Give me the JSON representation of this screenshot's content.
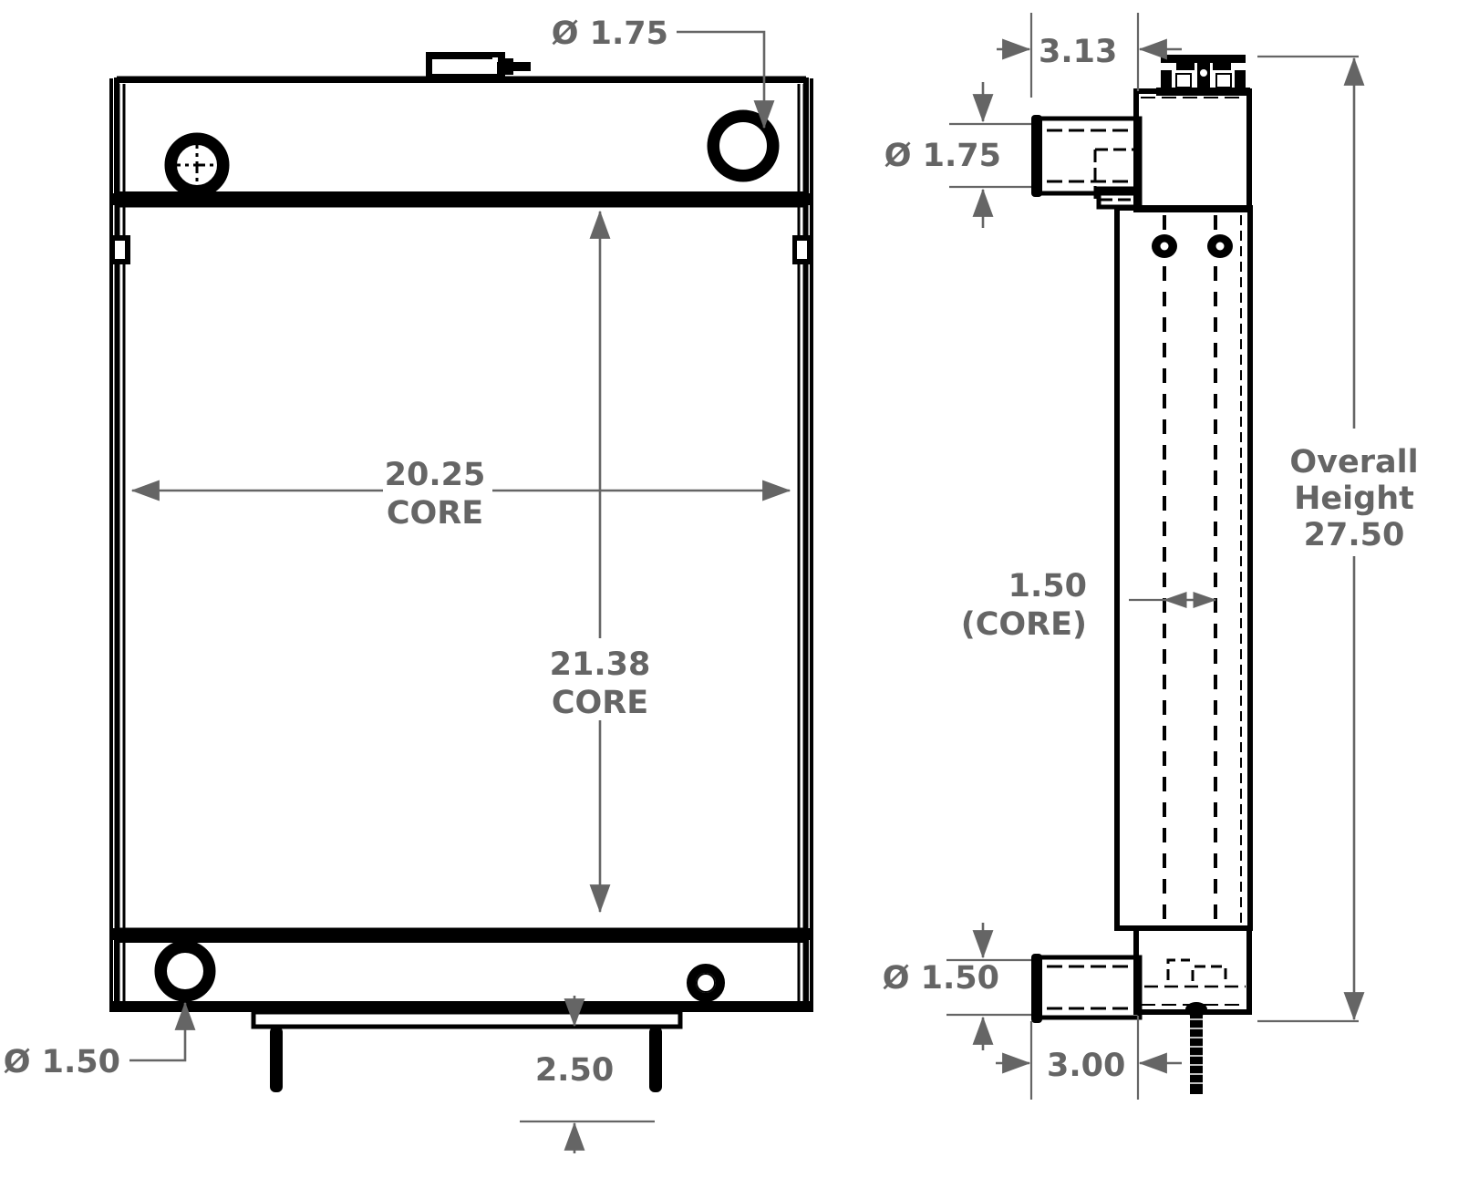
{
  "drawing": {
    "type": "engineering-drawing",
    "subject": "radiator",
    "views": [
      "front-view",
      "right-side-view"
    ],
    "units": "inches",
    "colors": {
      "outline": "#000000",
      "dimension": "#656565",
      "background": "#ffffff"
    }
  },
  "front_view": {
    "name": "front-view",
    "callouts": {
      "top_inlet_diameter": "Ø 1.75",
      "bottom_outlet_diameter": "Ø 1.50"
    },
    "dimensions": {
      "core_width": "20.25",
      "core_width_note": "CORE",
      "core_height": "21.38",
      "core_height_note": "CORE",
      "stud_height": "2.50"
    },
    "features": [
      "filler-cap",
      "overflow-tube",
      "top-left-port",
      "top-right-inlet-port",
      "bottom-left-outlet-port",
      "bottom-right-drain-port",
      "left-side-channel",
      "right-side-channel",
      "mounting-stud-left",
      "mounting-stud-right"
    ]
  },
  "side_view": {
    "name": "right-side-view",
    "dimensions": {
      "top_offset": "3.13",
      "top_hose_diameter": "Ø 1.75",
      "core_thickness": "1.50",
      "core_thickness_note": "(CORE)",
      "bottom_hose_diameter": "Ø 1.50",
      "bottom_offset": "3.00",
      "overall_height_line1": "Overall",
      "overall_height_line2": "Height",
      "overall_height_line3": "27.50"
    },
    "features": [
      "filler-cap",
      "top-tank",
      "top-hose-neck",
      "core-body",
      "bottom-tank",
      "bottom-hose-neck",
      "mounting-stud",
      "fin-hatching",
      "tube-centerlines"
    ]
  }
}
